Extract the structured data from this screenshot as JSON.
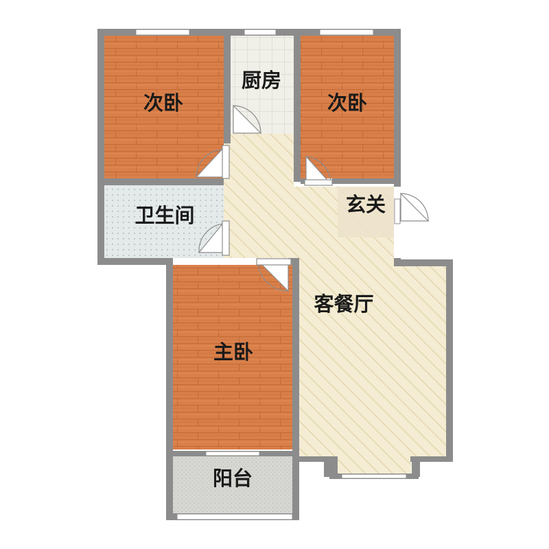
{
  "floorplan": {
    "rooms": {
      "bedroom2_left": {
        "label": "次卧",
        "type": "bedroom"
      },
      "kitchen": {
        "label": "厨房",
        "type": "kitchen"
      },
      "bedroom2_right": {
        "label": "次卧",
        "type": "bedroom"
      },
      "bathroom": {
        "label": "卫生间",
        "type": "bathroom"
      },
      "entrance": {
        "label": "玄关",
        "type": "entrance"
      },
      "living_dining": {
        "label": "客餐厅",
        "type": "living-dining"
      },
      "master_bedroom": {
        "label": "主卧",
        "type": "master-bedroom"
      },
      "balcony": {
        "label": "阳台",
        "type": "balcony"
      }
    },
    "colors": {
      "wall": "#8c8c8c",
      "wood_floor": "#d9804a",
      "wood_seam": "#c56a36",
      "tile_floor": "#f0efe8",
      "living_floor": "#f4ecd3",
      "living_stripe": "#e2d3a8",
      "bath_floor": "#e4e9ea",
      "balcony_floor": "#d6d6d2",
      "entrance_floor": "#ece3cb",
      "window": "#ffffff"
    }
  }
}
